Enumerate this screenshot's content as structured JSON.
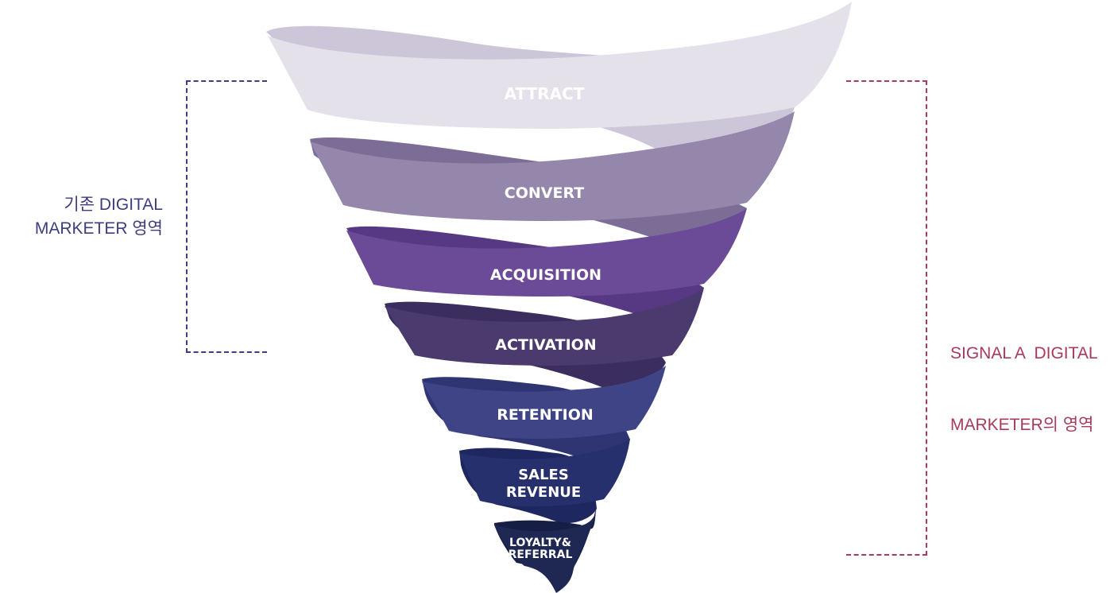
{
  "stages": [
    {
      "id": "attract",
      "label": "ATTRACT",
      "front": "#e4e1ea",
      "back": "#cdc6d9",
      "text": "#9a8fb5"
    },
    {
      "id": "convert",
      "label": "CONVERT",
      "front": "#9487ab",
      "back": "#7c6d96",
      "text": "#ffffff"
    },
    {
      "id": "acquisition",
      "label": "ACQUISITION",
      "front": "#6b4a97",
      "back": "#573883",
      "text": "#ffffff"
    },
    {
      "id": "activation",
      "label": "ACTIVATION",
      "front": "#4a3a6d",
      "back": "#3b2d5e",
      "text": "#ffffff"
    },
    {
      "id": "retention",
      "label": "RETENTION",
      "front": "#3f4487",
      "back": "#2f3473",
      "text": "#ffffff"
    },
    {
      "id": "sales_revenue",
      "label_lines": [
        "SALES",
        "REVENUE"
      ],
      "front": "#26306d",
      "back": "#1e2760",
      "text": "#ffffff"
    },
    {
      "id": "loyalty_referral",
      "label_lines": [
        "LOYALTY&",
        "REFERRAL"
      ],
      "front": "#1f2753",
      "back": "#171e45",
      "text": "#ffffff"
    }
  ],
  "left_annotation": {
    "lines": [
      "기존 DIGITAL",
      "MARKETER 영역"
    ],
    "color": "#3d3d80"
  },
  "right_annotation": {
    "lines": [
      "SIGNAL A  DIGITAL",
      "MARKETER의 영역"
    ],
    "color": "#a83a5c"
  }
}
